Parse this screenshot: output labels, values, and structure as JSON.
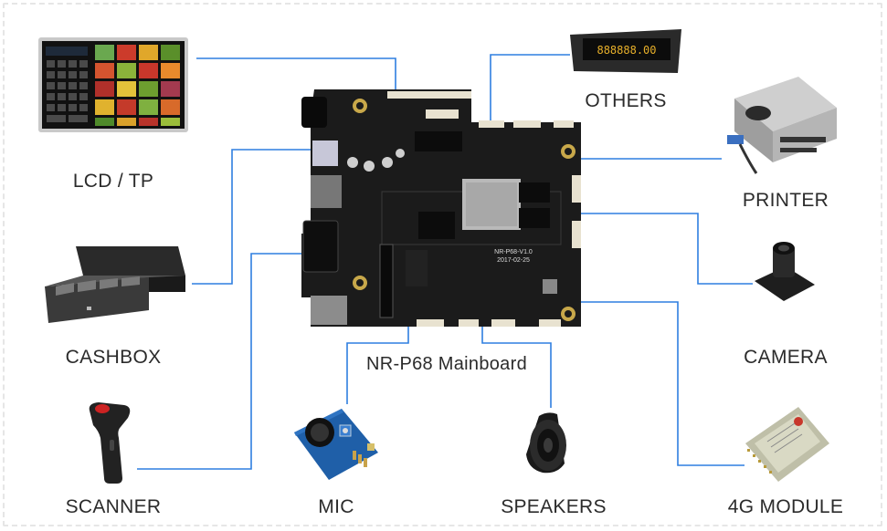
{
  "diagram": {
    "center": "NR-P68 Mainboard",
    "peripherals": {
      "lcd": "LCD / TP",
      "cashbox": "CASHBOX",
      "scanner": "SCANNER",
      "mic": "MIC",
      "speakers": "SPEAKERS",
      "module4g": "4G MODULE",
      "camera": "CAMERA",
      "printer": "PRINTER",
      "others": "OTHERS"
    },
    "display_readout": "888888.00",
    "board_silk": "NR-P68-V1.0",
    "board_date": "2017-02-25"
  },
  "colors": {
    "wire": "#2f7fe0",
    "board": "#1b1b1b",
    "label": "#2b2b2b"
  }
}
